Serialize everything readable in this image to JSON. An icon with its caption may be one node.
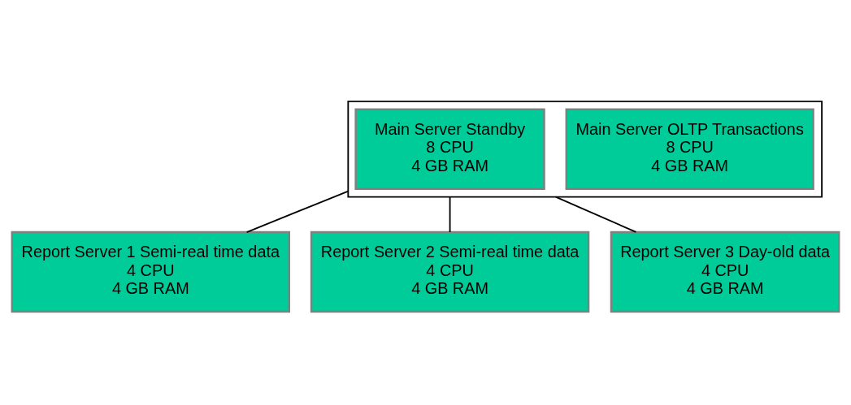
{
  "diagram": {
    "nodes": [
      {
        "text": [],
        "shape": "box"
      },
      {
        "text": [
          "Main Server OLTP Transactions",
          "8 CPU",
          "4 GB RAM"
        ],
        "in": 0
      },
      {
        "text": [
          "Main Server Standby",
          "8 CPU",
          "4 GB RAM"
        ],
        "in": 0
      },
      {
        "text": [
          "Report Server 1 Semi-real time data",
          "4 CPU",
          "4 GB RAM"
        ]
      },
      {
        "text": [
          "Report Server 2 Semi-real time data",
          "4 CPU",
          "4 GB RAM"
        ]
      },
      {
        "text": [
          "Report Server 3 Day-old data",
          "4 CPU",
          "4 GB RAM"
        ]
      }
    ],
    "edges": [
      {
        "from": 0,
        "to": 3,
        "arrow": "none"
      },
      {
        "from": 0,
        "to": 4,
        "arrow": "none"
      },
      {
        "from": 0,
        "to": 5,
        "arrow": "none"
      }
    ]
  }
}
